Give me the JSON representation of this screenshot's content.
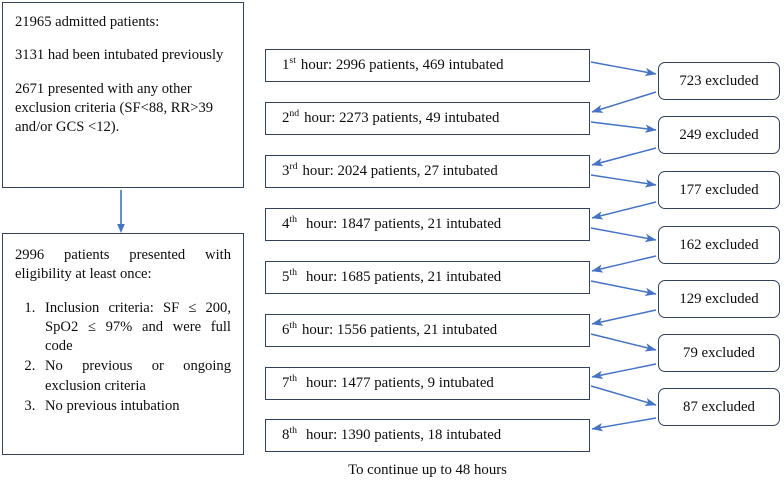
{
  "diagram": {
    "title_caption": "To continue up to 48 hours",
    "colors": {
      "box_border": "#33415c",
      "arrow": "#4472c4",
      "text": "#0d0d0d",
      "background": "#ffffff"
    }
  },
  "left_column": {
    "top_box": {
      "lines": [
        "21965 admitted patients:",
        "3131 had been intubated previously",
        "2671 presented with any other exclusion criteria (SF<88, RR>39 and/or GCS <12)."
      ]
    },
    "bottom_box": {
      "lead": "2996 patients presented with eligibility at least once:",
      "items": [
        "Inclusion criteria: SF ≤ 200, SpO2 ≤ 97% and were full code",
        "No previous or ongoing exclusion criteria",
        "No previous intubation"
      ]
    }
  },
  "hour_boxes": [
    {
      "ordinal": "1",
      "suffix": "st",
      "spacer": false,
      "text": "hour: 2996 patients, 469 intubated"
    },
    {
      "ordinal": "2",
      "suffix": "nd",
      "spacer": false,
      "text": "hour: 2273 patients, 49 intubated"
    },
    {
      "ordinal": "3",
      "suffix": "rd",
      "spacer": false,
      "text": "hour: 2024 patients, 27 intubated"
    },
    {
      "ordinal": "4",
      "suffix": "th",
      "spacer": true,
      "text": "hour: 1847 patients, 21 intubated"
    },
    {
      "ordinal": "5",
      "suffix": "th",
      "spacer": true,
      "text": "hour: 1685 patients, 21 intubated"
    },
    {
      "ordinal": "6",
      "suffix": "th",
      "spacer": false,
      "text": "hour: 1556 patients, 21 intubated"
    },
    {
      "ordinal": "7",
      "suffix": "th",
      "spacer": true,
      "text": "hour: 1477 patients, 9 intubated"
    },
    {
      "ordinal": "8",
      "suffix": "th",
      "spacer": true,
      "text": "hour: 1390 patients, 18 intubated"
    }
  ],
  "excluded_boxes": [
    {
      "label": "723 excluded"
    },
    {
      "label": "249 excluded"
    },
    {
      "label": "177 excluded"
    },
    {
      "label": "162 excluded"
    },
    {
      "label": "129 excluded"
    },
    {
      "label": "79 excluded"
    },
    {
      "label": "87 excluded"
    }
  ],
  "chart_data": {
    "type": "table",
    "title": "Patient flow by hour of eligibility screening",
    "columns": [
      "hour",
      "patients",
      "intubated",
      "excluded_after"
    ],
    "rows": [
      [
        1,
        2996,
        469,
        723
      ],
      [
        2,
        2273,
        49,
        249
      ],
      [
        3,
        2024,
        27,
        177
      ],
      [
        4,
        1847,
        21,
        162
      ],
      [
        5,
        1685,
        21,
        129
      ],
      [
        6,
        1556,
        21,
        79
      ],
      [
        7,
        1477,
        9,
        87
      ],
      [
        8,
        1390,
        18,
        null
      ]
    ],
    "totals": {
      "admitted_patients": 21965,
      "previously_intubated": 3131,
      "other_exclusion_criteria": 2671,
      "eligible_at_least_once": 2996
    },
    "notes": "To continue up to 48 hours"
  }
}
